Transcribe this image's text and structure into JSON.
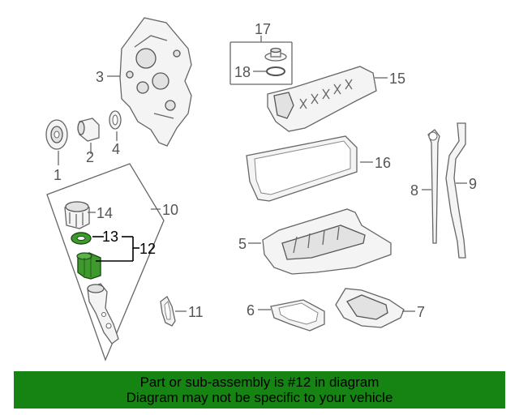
{
  "callouts": {
    "c1": "1",
    "c2": "2",
    "c3": "3",
    "c4": "4",
    "c5": "5",
    "c6": "6",
    "c7": "7",
    "c8": "8",
    "c9": "9",
    "c10": "10",
    "c11": "11",
    "c12": "12",
    "c13": "13",
    "c14": "14",
    "c15": "15",
    "c16": "16",
    "c17": "17",
    "c18": "18"
  },
  "highlight_color": "#3f9a2e",
  "banner": {
    "color": "#158413",
    "line1": "Part or sub-assembly is #12 in diagram",
    "line2": "Diagram may not be specific to your vehicle"
  }
}
